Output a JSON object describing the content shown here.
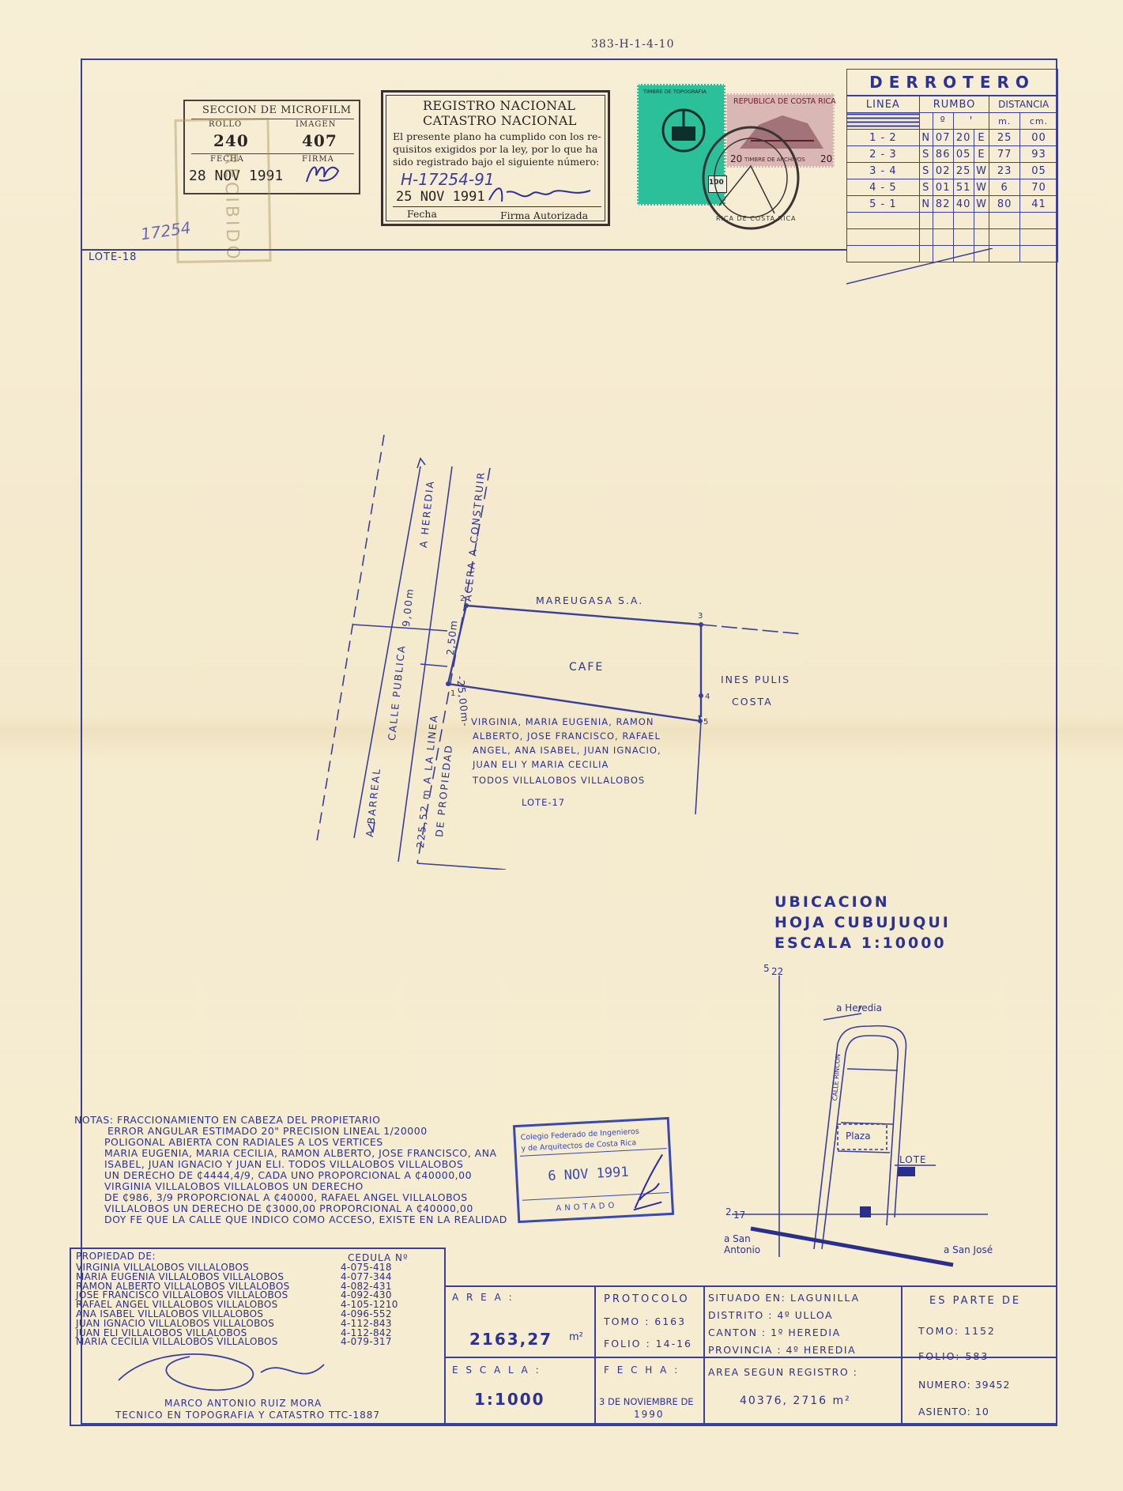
{
  "header_code": "383-H-1-4-10",
  "lote_top": "LOTE-18",
  "handwritten_number": "17254",
  "microfilm": {
    "title": "SECCION DE MICROFILM",
    "rollo_label": "ROLLO",
    "rollo": "240",
    "imagen_label": "IMAGEN",
    "imagen": "407",
    "fecha_label": "FECHA",
    "fecha": "28 NOV 1991",
    "firma_label": "FIRMA"
  },
  "registro": {
    "title1": "REGISTRO NACIONAL",
    "title2": "CATASTRO NACIONAL",
    "body1": "El presente plano ha cumplido con los re-",
    "body2": "quisitos exigidos por la ley, por lo que ha",
    "body3": "sido registrado bajo el siguiente número:",
    "number": "H-17254-91",
    "date": "25 NOV 1991",
    "fecha_label": "Fecha",
    "firma_label": "Firma Autorizada"
  },
  "stamps": {
    "green_top": "TIMBRE DE TOPOGRAFIA",
    "green_value": "100",
    "red_top": "REPUBLICA DE COSTA RICA",
    "red_value": "20",
    "red_bottom": "TIMBRE DE ARCHIVOS",
    "circle_text": "RICA DE COSTA RICA"
  },
  "derrotero": {
    "title": "DERROTERO",
    "col_linea": "LINEA",
    "col_rumbo": "RUMBO",
    "col_distancia": "DISTANCIA",
    "sub_deg": "º",
    "sub_min": "'",
    "sub_m": "m.",
    "sub_cm": "cm.",
    "rows": [
      {
        "linea": "1 - 2",
        "d1": "N",
        "deg": "07",
        "min": "20",
        "d2": "E",
        "m": "25",
        "cm": "00"
      },
      {
        "linea": "2 - 3",
        "d1": "S",
        "deg": "86",
        "min": "05",
        "d2": "E",
        "m": "77",
        "cm": "93"
      },
      {
        "linea": "3 - 4",
        "d1": "S",
        "deg": "02",
        "min": "25",
        "d2": "W",
        "m": "23",
        "cm": "05"
      },
      {
        "linea": "4 - 5",
        "d1": "S",
        "deg": "01",
        "min": "51",
        "d2": "W",
        "m": "6",
        "cm": "70"
      },
      {
        "linea": "5 - 1",
        "d1": "N",
        "deg": "82",
        "min": "40",
        "d2": "W",
        "m": "80",
        "cm": "41"
      }
    ]
  },
  "plan": {
    "a_heredia": "A HEREDIA",
    "acera": "ACERA A CONSTRUIR",
    "calle_publica": "CALLE PUBLICA",
    "dist_9": "9,00m",
    "dist_250": "2,50m",
    "dist_25": "-25,00m-",
    "a_barreal": "A BARREAL",
    "linea_prop1": "225,52 m A LA LINEA",
    "linea_prop2": "DE PROPIEDAD",
    "north_owner": "MAREUGASA S.A.",
    "cafe": "CAFE",
    "east_owner1": "INES PULIS",
    "east_owner2": "COSTA",
    "south1": "VIRGINIA, MARIA EUGENIA, RAMON",
    "south2": "ALBERTO, JOSE FRANCISCO, RAFAEL",
    "south3": "ANGEL, ANA ISABEL, JUAN IGNACIO,",
    "south4": "JUAN ELI Y MARIA CECILIA",
    "south5": "TODOS VILLALOBOS VILLALOBOS",
    "lote17": "LOTE-17",
    "v1": "1",
    "v2": "2",
    "v3": "3",
    "v4": "4",
    "v5": "5"
  },
  "ubicacion": {
    "line1": "UBICACION",
    "line2": "HOJA CUBUJUQUI",
    "line3": "ESCALA 1:10000",
    "coord_top_a": "5",
    "coord_top_b": "22",
    "coord_left_a": "2",
    "coord_left_b": "17",
    "a_heredia": "a Heredia",
    "calle_rincon": "CALLE RINCON",
    "plaza": "Plaza",
    "lote": "LOTE",
    "a_san_antonio1": "a San",
    "a_san_antonio2": "Antonio",
    "a_san_jose": "a San José"
  },
  "notas": {
    "lines": [
      "NOTAS: FRACCIONAMIENTO EN CABEZA DEL PROPIETARIO",
      "ERROR ANGULAR ESTIMADO 20\" PRECISION LINEAL 1/20000",
      "POLIGONAL ABIERTA CON RADIALES A LOS VERTICES",
      "MARIA EUGENIA, MARIA CECILIA, RAMON ALBERTO, JOSE FRANCISCO, ANA",
      "ISABEL, JUAN IGNACIO Y JUAN ELI. TODOS VILLALOBOS VILLALOBOS",
      "UN DERECHO DE ₵4444,4/9, CADA UNO PROPORCIONAL A ₵40000,00",
      "VIRGINIA VILLALOBOS VILLALOBOS UN DERECHO",
      "DE ₵986, 3/9 PROPORCIONAL A ₵40000, RAFAEL ANGEL VILLALOBOS",
      "VILLALOBOS UN DERECHO DE ₵3000,00 PROPORCIONAL A ₵40000,00",
      "DOY FE QUE LA CALLE QUE INDICO COMO ACCESO, EXISTE EN LA REALIDAD"
    ]
  },
  "colegio_stamp": {
    "line1": "Colegio Federado de Ingenieros",
    "line2": "y de Arquitectos de Costa Rica",
    "date": "6 NOV 1991",
    "anotado": "ANOTADO"
  },
  "propiedad": {
    "label": "PROPIEDAD DE:",
    "cedula_label": "CEDULA Nº",
    "owners": [
      {
        "name": "VIRGINIA VILLALOBOS VILLALOBOS",
        "cedula": "4-075-418"
      },
      {
        "name": "MARIA EUGENIA VILLALOBOS VILLALOBOS",
        "cedula": "4-077-344"
      },
      {
        "name": "RAMON ALBERTO VILLALOBOS VILLALOBOS",
        "cedula": "4-082-431"
      },
      {
        "name": "JOSE FRANCISCO VILLALOBOS VILLALOBOS",
        "cedula": "4-092-430"
      },
      {
        "name": "RAFAEL ANGEL VILLALOBOS VILLALOBOS",
        "cedula": "4-105-1210"
      },
      {
        "name": "ANA ISABEL VILLALOBOS VILLALOBOS",
        "cedula": "4-096-552"
      },
      {
        "name": "JUAN IGNACIO VILLALOBOS VILLALOBOS",
        "cedula": "4-112-843"
      },
      {
        "name": "JUAN ELI VILLALOBOS VILLALOBOS",
        "cedula": "4-112-842"
      },
      {
        "name": "MARIA CECILIA VILLALOBOS VILLALOBOS",
        "cedula": "4-079-317"
      }
    ],
    "tecnico1": "MARCO ANTONIO RUIZ MORA",
    "tecnico2": "TECNICO EN TOPOGRAFIA Y CATASTRO TTC-1887"
  },
  "area": {
    "label": "A R E A :",
    "value": "2163,27",
    "unit": "m²"
  },
  "protocolo": {
    "label": "PROTOCOLO",
    "tomo": "TOMO : 6163",
    "folio": "FOLIO : 14-16"
  },
  "situado": {
    "label": "SITUADO EN:",
    "lugar": "LAGUNILLA",
    "distrito": "DISTRITO : 4º ULLOA",
    "canton": "CANTON : 1º HEREDIA",
    "provincia": "PROVINCIA : 4º HEREDIA"
  },
  "es_parte": {
    "label": "ES PARTE DE",
    "tomo": "TOMO: 1152",
    "folio": "FOLIO: 583",
    "numero": "NUMERO: 39452",
    "asiento": "ASIENTO: 10"
  },
  "escala": {
    "label": "E S C A L A :",
    "value": "1:1000"
  },
  "fecha": {
    "label": "F E C H A :",
    "value1": "3 DE NOVIEMBRE DE",
    "value2": "1990"
  },
  "area_registro": {
    "label": "AREA SEGUN REGISTRO :",
    "value": "40376, 2716 m²"
  },
  "side_stamp": {
    "text": "RECIBIDO"
  }
}
